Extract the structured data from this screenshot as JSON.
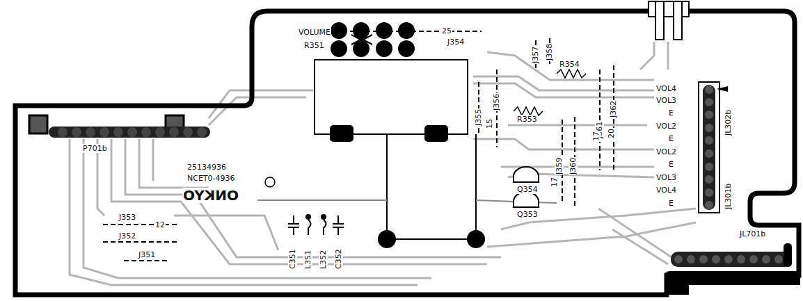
{
  "diagram": {
    "labels": [
      "VOLUME",
      "R351",
      "25",
      "J354",
      "J357",
      "J358",
      "R354",
      "VOL4",
      "VOL3",
      "E",
      "VOL2",
      "E",
      "VOL2",
      "E",
      "VOL3",
      "VOL4",
      "E",
      "JL302b",
      "JL301b",
      "J355",
      "J356",
      "15",
      "R353",
      "J361",
      "J362",
      "20",
      "17",
      "J359",
      "J360",
      "17",
      "P701b",
      "25134936",
      "NCET0-4936",
      "ONKYO",
      "J353",
      "12",
      "J352",
      "J351",
      "C351",
      "L351",
      "L352",
      "C352",
      "Q354",
      "Q353",
      "JL701b"
    ]
  }
}
